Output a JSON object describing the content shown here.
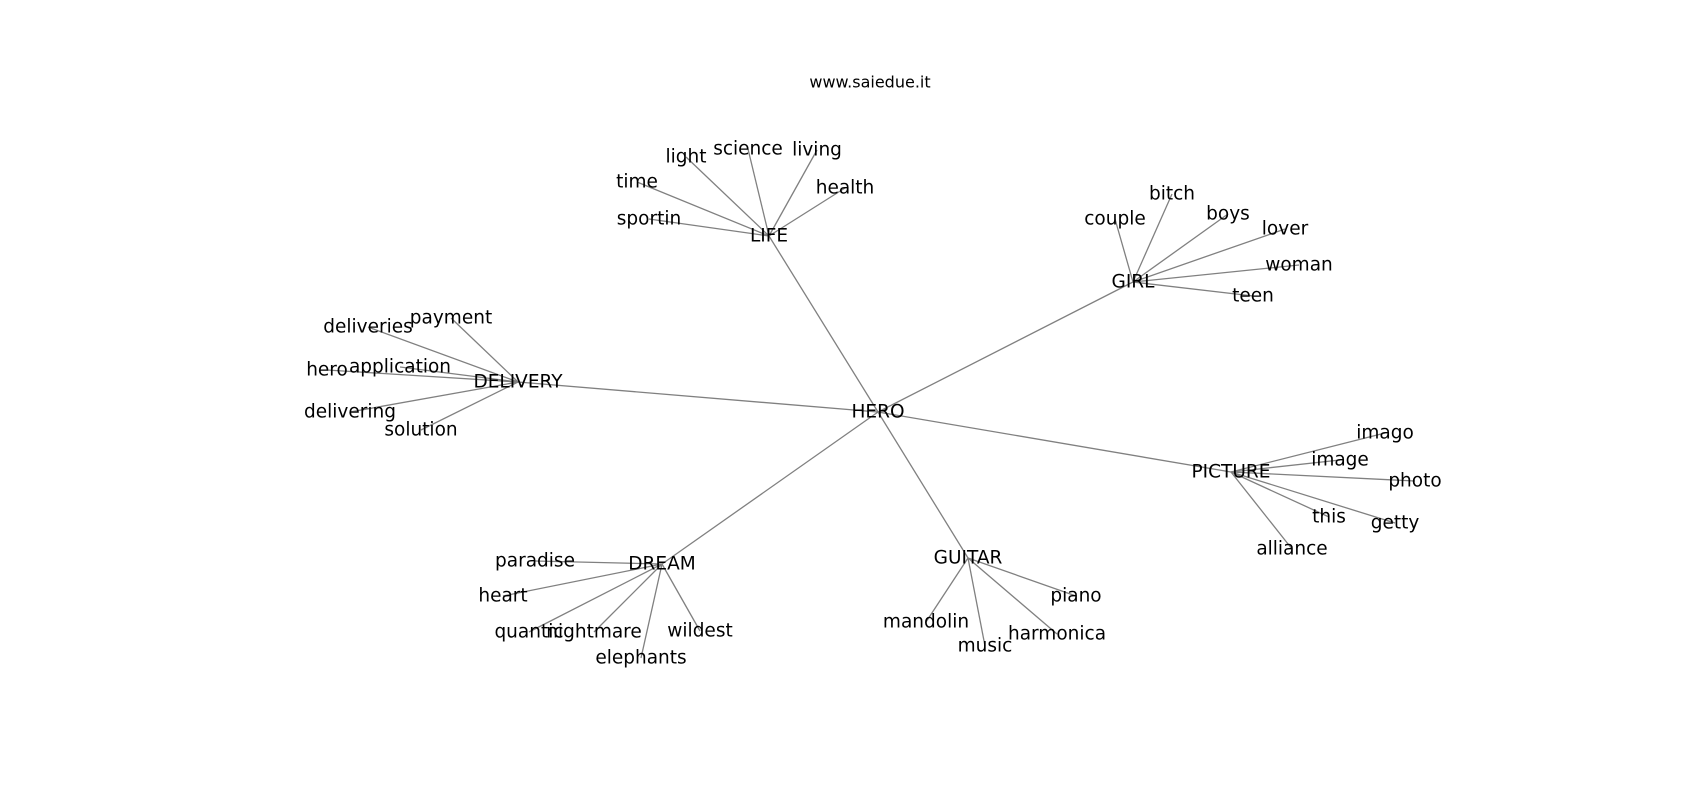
{
  "site": "www.saiedue.it",
  "graph": {
    "center": "HERO",
    "hubs": [
      {
        "id": "LIFE",
        "label": "LIFE",
        "leaves": [
          "sportin",
          "time",
          "light",
          "science",
          "living",
          "health"
        ]
      },
      {
        "id": "GIRL",
        "label": "GIRL",
        "leaves": [
          "couple",
          "bitch",
          "boys",
          "lover",
          "woman",
          "teen"
        ]
      },
      {
        "id": "DELIVERY",
        "label": "DELIVERY",
        "leaves": [
          "payment",
          "deliveries",
          "application",
          "hero",
          "delivering",
          "solution"
        ]
      },
      {
        "id": "PICTURE",
        "label": "PICTURE",
        "leaves": [
          "imago",
          "image",
          "photo",
          "getty",
          "this",
          "alliance"
        ]
      },
      {
        "id": "DREAM",
        "label": "DREAM",
        "leaves": [
          "paradise",
          "heart",
          "quantic",
          "nightmare",
          "elephants",
          "wildest"
        ]
      },
      {
        "id": "GUITAR",
        "label": "GUITAR",
        "leaves": [
          "mandolin",
          "music",
          "harmonica",
          "piano"
        ]
      }
    ]
  }
}
